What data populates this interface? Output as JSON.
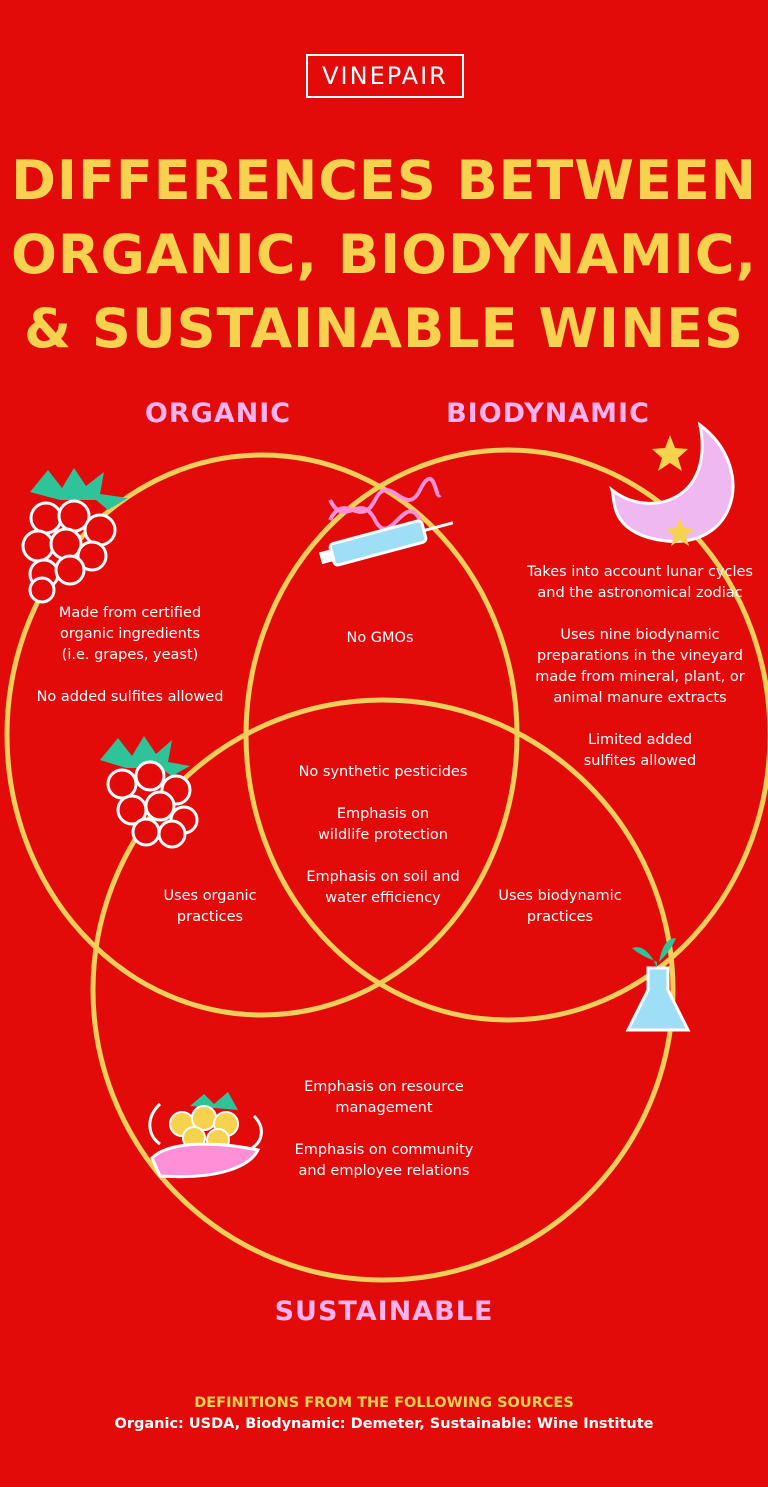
{
  "brand": {
    "logo": "VINEPAIR"
  },
  "title": {
    "line1": "DIFFERENCES BETWEEN",
    "line2": "ORGANIC, BIODYNAMIC,",
    "line3": "& SUSTAINABLE WINES"
  },
  "sets": {
    "organic": "ORGANIC",
    "biodynamic": "BIODYNAMIC",
    "sustainable": "SUSTAINABLE"
  },
  "regions": {
    "organic_only": {
      "line1": "Made from certified",
      "line2": "organic ingredients",
      "line3": "(i.e. grapes, yeast)",
      "line4": "No added sulfites allowed"
    },
    "organic_biodynamic": {
      "line1": "No GMOs"
    },
    "biodynamic_only": {
      "line1": "Takes into account lunar cycles",
      "line2": "and the astronomical zodiac",
      "line3": "Uses nine biodynamic",
      "line4": "preparations in the vineyard",
      "line5": "made from mineral, plant, or",
      "line6": "animal manure extracts",
      "line7": "Limited added",
      "line8": "sulfites allowed"
    },
    "all_three": {
      "line1": "No synthetic pesticides",
      "line2": "Emphasis on",
      "line3": "wildlife protection",
      "line4": "Emphasis on soil and",
      "line5": "water efficiency"
    },
    "organic_sustainable": {
      "line1": "Uses organic",
      "line2": "practices"
    },
    "biodynamic_sustainable": {
      "line1": "Uses biodynamic",
      "line2": "practices"
    },
    "sustainable_only": {
      "line1": "Emphasis on resource",
      "line2": "management",
      "line3": "Emphasis on community",
      "line4": "and employee relations"
    }
  },
  "sources": {
    "heading": "DEFINITIONS FROM THE FOLLOWING SOURCES",
    "body": "Organic: USDA, Biodynamic: Demeter, Sustainable: Wine Institute"
  },
  "icons": [
    "grapes-icon",
    "dna-syringe-icon",
    "moon-stars-icon",
    "flask-sprout-icon",
    "hand-grapes-icon"
  ],
  "colors": {
    "background": "#e30a0a",
    "title": "#f7d24f",
    "set_label": "#ffb3ee",
    "circle_stroke": "#f2cf5a",
    "text": "#ffffff"
  }
}
